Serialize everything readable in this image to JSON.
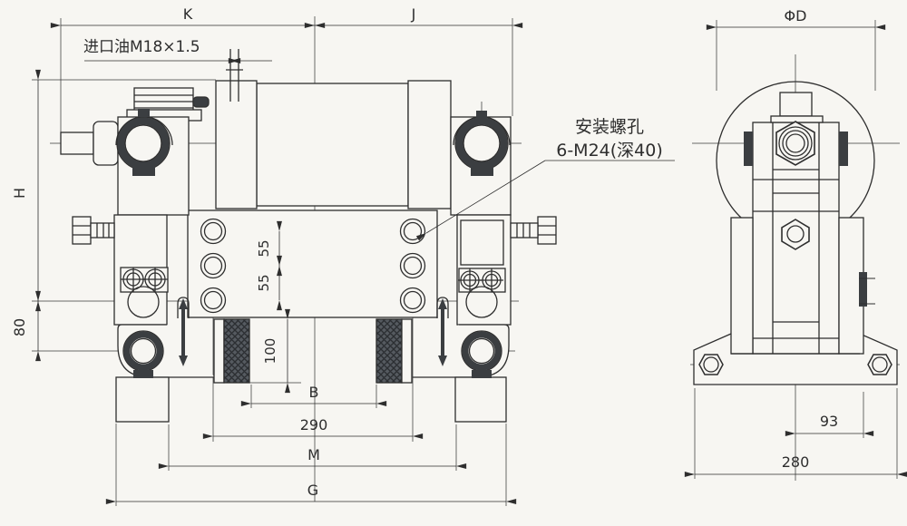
{
  "drawing": {
    "type": "engineering-drawing",
    "views": [
      "front-view",
      "side-view"
    ],
    "colors": {
      "paper": "#f7f6f2",
      "line": "#2e2e2e",
      "dark_fill": "#3b3e41"
    },
    "front_view": {
      "dims": {
        "k": "K",
        "j": "J",
        "h": "H",
        "h80": "80",
        "s55a": "55",
        "s55b": "55",
        "pad100": "100",
        "b": "B",
        "w290": "290",
        "m": "M",
        "g": "G"
      },
      "annotations": {
        "oil_inlet": "进口油M18×1.5",
        "mount_line1": "安装螺孔",
        "mount_line2": "6-M24(深40)"
      }
    },
    "side_view": {
      "dims": {
        "phid": "ΦD",
        "w93": "93",
        "w280": "280"
      }
    }
  }
}
